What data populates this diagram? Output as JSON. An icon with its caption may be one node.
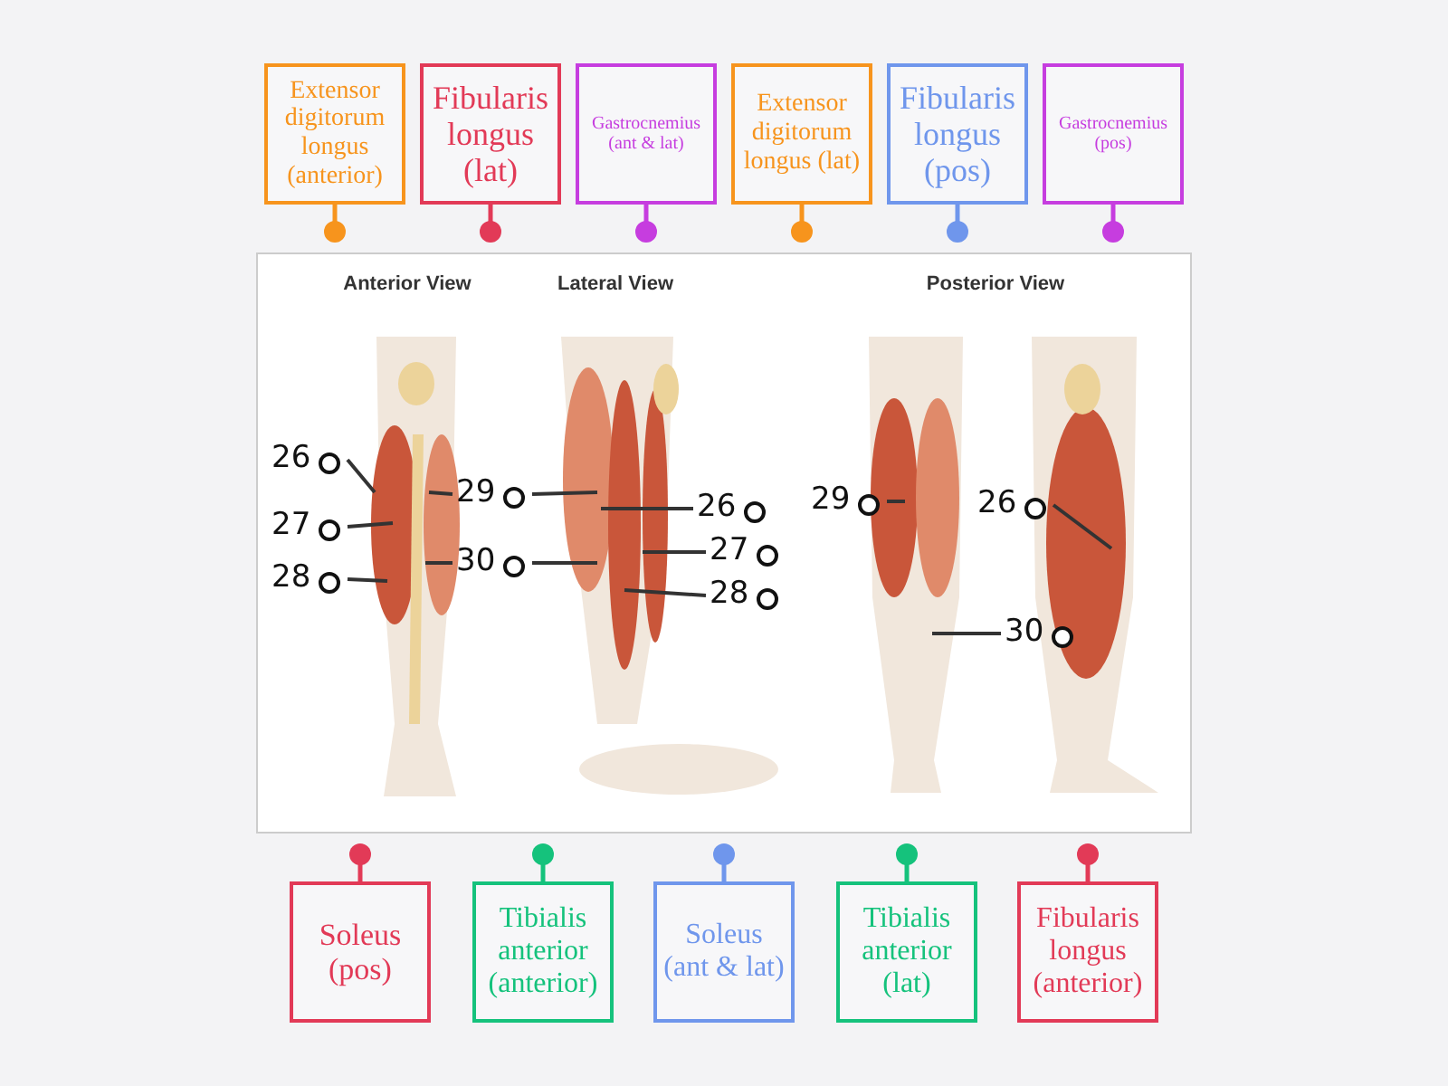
{
  "diagram": {
    "nodes": [
      {
        "text": [
          "Extensor digitorum longus (anterior)"
        ]
      },
      {
        "text": [
          "Fibularis longus (lat)"
        ]
      },
      {
        "text": [
          "Gastrocnemius (ant & lat)"
        ]
      },
      {
        "text": [
          "Extensor digitorum longus (lat)"
        ]
      },
      {
        "text": [
          "Fibularis longus (pos)"
        ]
      },
      {
        "text": [
          "Gastrocnemius (pos)"
        ]
      },
      {
        "text": [
          "Soleus (pos)"
        ]
      },
      {
        "text": [
          "Tibialis anterior (anterior)"
        ]
      },
      {
        "text": [
          "Soleus (ant & lat)"
        ]
      },
      {
        "text": [
          "Tibialis anterior (lat)"
        ]
      },
      {
        "text": [
          "Fibularis longus (anterior)"
        ]
      },
      {
        "text": [
          "26"
        ]
      },
      {
        "text": [
          "27"
        ]
      },
      {
        "text": [
          "28"
        ]
      },
      {
        "text": [
          "29"
        ]
      },
      {
        "text": [
          "30"
        ]
      },
      {
        "text": [
          "26"
        ]
      },
      {
        "text": [
          "27"
        ]
      },
      {
        "text": [
          "28"
        ]
      },
      {
        "text": [
          "29"
        ]
      },
      {
        "text": [
          "30"
        ]
      },
      {
        "text": [
          "26"
        ]
      }
    ],
    "edges": [
      {
        "from": 11,
        "to": null,
        "arrow": "none"
      },
      {
        "from": 12,
        "to": null,
        "arrow": "none"
      },
      {
        "from": 13,
        "to": null,
        "arrow": "none"
      },
      {
        "from": 14,
        "to": null,
        "arrow": "none"
      },
      {
        "from": 14,
        "to": null,
        "arrow": "none"
      },
      {
        "from": 15,
        "to": null,
        "arrow": "none"
      },
      {
        "from": 15,
        "to": null,
        "arrow": "none"
      },
      {
        "from": 16,
        "to": null,
        "arrow": "none"
      },
      {
        "from": 17,
        "to": null,
        "arrow": "none"
      },
      {
        "from": 18,
        "to": null,
        "arrow": "none"
      },
      {
        "from": 19,
        "to": null,
        "arrow": "none"
      },
      {
        "from": 20,
        "to": null,
        "arrow": "none"
      },
      {
        "from": 21,
        "to": null,
        "arrow": "none"
      }
    ],
    "labels": [
      "Anterior View",
      "Lateral View",
      "Posterior View"
    ]
  }
}
